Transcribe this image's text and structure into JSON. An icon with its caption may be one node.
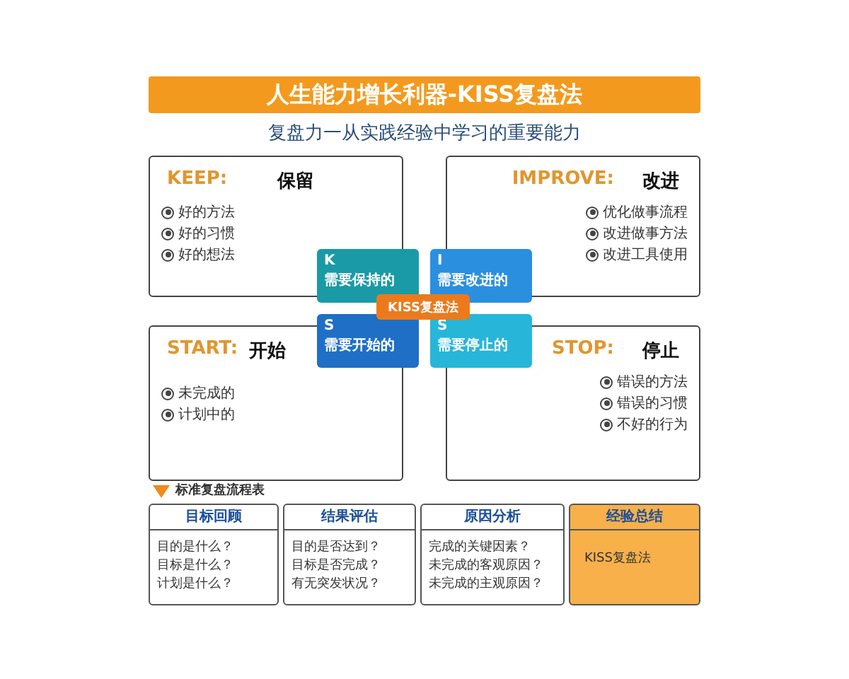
{
  "diagram": {
    "title": "人生能力增长利器-KISS复盘法",
    "nodes": [
      {
        "text": [
          "KEEP:",
          "保留",
          "好的方法",
          "好的习惯",
          "好的想法"
        ]
      },
      {
        "text": [
          "IMPROVE:",
          "改进",
          "优化做事流程",
          "改进做事方法",
          "改进工具使用"
        ]
      },
      {
        "text": [
          "START:",
          "开始",
          "未完成的",
          "计划中的"
        ]
      },
      {
        "text": [
          "STOP:",
          "停止",
          "错误的方法",
          "错误的习惯",
          "不好的行为"
        ]
      },
      {
        "text": [
          "K",
          "需要保持的"
        ]
      },
      {
        "text": [
          "I",
          "需要改进的"
        ]
      },
      {
        "text": [
          "S",
          "需要开始的"
        ]
      },
      {
        "text": [
          "S",
          "需要停止的"
        ]
      },
      {
        "text": [
          "KISS复盘法"
        ]
      },
      {
        "text": [
          "目标回顾",
          "目的是什么？",
          "目标是什么？",
          "计划是什么？"
        ]
      },
      {
        "text": [
          "结果评估",
          "目的是否达到？",
          "目标是否完成？",
          "有无突发状况？"
        ]
      },
      {
        "text": [
          "原因分析",
          "完成的关键因素？",
          "未完成的客观原因？",
          "未完成的主观原因？"
        ]
      },
      {
        "text": [
          "经验总结",
          "KISS复盘法"
        ]
      }
    ],
    "edges": [],
    "labels": [
      "复盘力一从实践经验中学习的重要能力",
      "标准复盘流程表"
    ]
  }
}
